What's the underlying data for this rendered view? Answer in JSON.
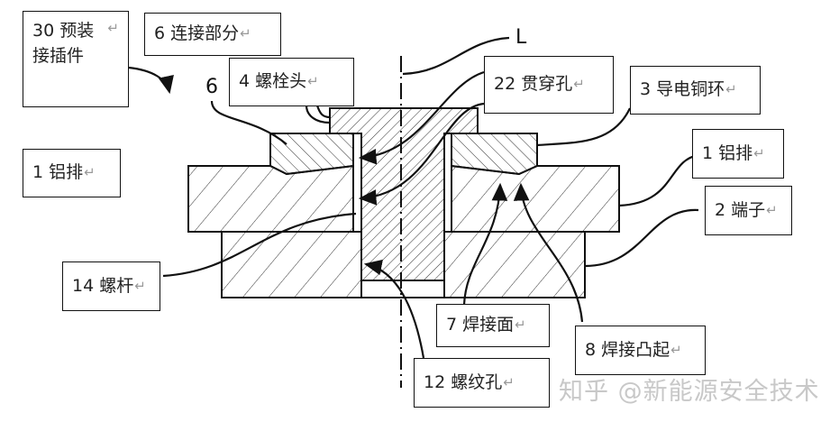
{
  "diagram": {
    "title": "Bolt connection structure cross-section",
    "labels": [
      {
        "id": "prefab-connector",
        "text": "30 预装接插件"
      },
      {
        "id": "connection-part",
        "text": "6 连接部分"
      },
      {
        "id": "bolt-head",
        "text": "4 螺栓头"
      },
      {
        "id": "through-hole",
        "text": "22 贯穿孔"
      },
      {
        "id": "copper-ring",
        "text": "3 导电铜环"
      },
      {
        "id": "aluminum-bar-left",
        "text": "1 铝排"
      },
      {
        "id": "aluminum-bar-right",
        "text": "1 铝排"
      },
      {
        "id": "terminal",
        "text": "2 端子"
      },
      {
        "id": "bolt-shank",
        "text": "14 螺杆"
      },
      {
        "id": "weld-surface",
        "text": "7 焊接面"
      },
      {
        "id": "weld-bump",
        "text": "8 焊接凸起"
      },
      {
        "id": "threaded-hole",
        "text": "12 螺纹孔"
      }
    ],
    "free_labels": {
      "six": "6",
      "axis": "L"
    },
    "return_mark": "↵",
    "watermark": "知乎 @新能源安全技术"
  }
}
